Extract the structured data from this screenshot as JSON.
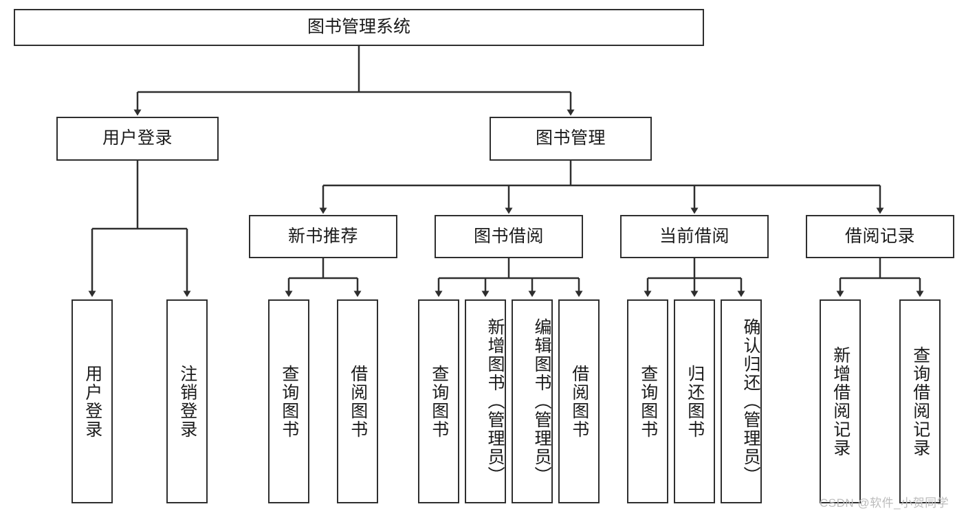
{
  "diagram": {
    "type": "tree",
    "title": "图书管理系统",
    "root": {
      "label": "图书管理系统"
    },
    "level2": [
      {
        "label": "用户登录"
      },
      {
        "label": "图书管理"
      }
    ],
    "level3": [
      {
        "label": "新书推荐"
      },
      {
        "label": "图书借阅"
      },
      {
        "label": "当前借阅"
      },
      {
        "label": "借阅记录"
      }
    ],
    "leaves": {
      "user_login": [
        {
          "label": "用户登录"
        },
        {
          "label": "注销登录"
        }
      ],
      "new_book_recommend": [
        {
          "label": "查询图书"
        },
        {
          "label": "借阅图书"
        }
      ],
      "book_borrow": [
        {
          "label": "查询图书"
        },
        {
          "label": "新增图书（管理员）"
        },
        {
          "label": "编辑图书（管理员）"
        },
        {
          "label": "借阅图书"
        }
      ],
      "current_borrow": [
        {
          "label": "查询图书"
        },
        {
          "label": "归还图书"
        },
        {
          "label": "确认归还（管理员）"
        }
      ],
      "borrow_record": [
        {
          "label": "新增借阅记录"
        },
        {
          "label": "查询借阅记录"
        }
      ]
    }
  },
  "watermark": {
    "text": "CSDN @软件_小贺同学"
  },
  "colors": {
    "stroke": "#2e2e2e",
    "text": "#1a1a1a",
    "background": "#ffffff",
    "watermark": "#bcbcbc"
  }
}
